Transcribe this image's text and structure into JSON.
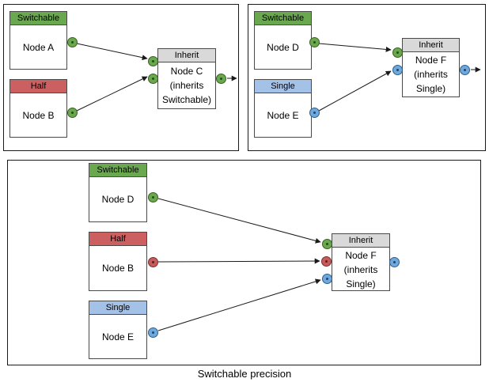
{
  "caption": "Switchable precision",
  "colors": {
    "switchable_green": "#6aa84f",
    "half_red": "#cc5f5f",
    "single_blue_header": "#a4c2e8",
    "single_blue_port": "#6fa8dc",
    "inherit_gray": "#d9d9d9",
    "node_border": "#4a4a4a"
  },
  "panels": [
    {
      "name": "top-left",
      "nodes": [
        {
          "header": "Switchable",
          "label": "Node A"
        },
        {
          "header": "Half",
          "label": "Node B"
        },
        {
          "header": "Inherit",
          "label": "Node C (inherits Switchable)"
        }
      ]
    },
    {
      "name": "top-right",
      "nodes": [
        {
          "header": "Switchable",
          "label": "Node D"
        },
        {
          "header": "Single",
          "label": "Node E"
        },
        {
          "header": "Inherit",
          "label": "Node F (inherits Single)"
        }
      ]
    },
    {
      "name": "bottom",
      "nodes": [
        {
          "header": "Switchable",
          "label": "Node D"
        },
        {
          "header": "Half",
          "label": "Node B"
        },
        {
          "header": "Single",
          "label": "Node E"
        },
        {
          "header": "Inherit",
          "label": "Node F (inherits Single)"
        }
      ]
    }
  ]
}
